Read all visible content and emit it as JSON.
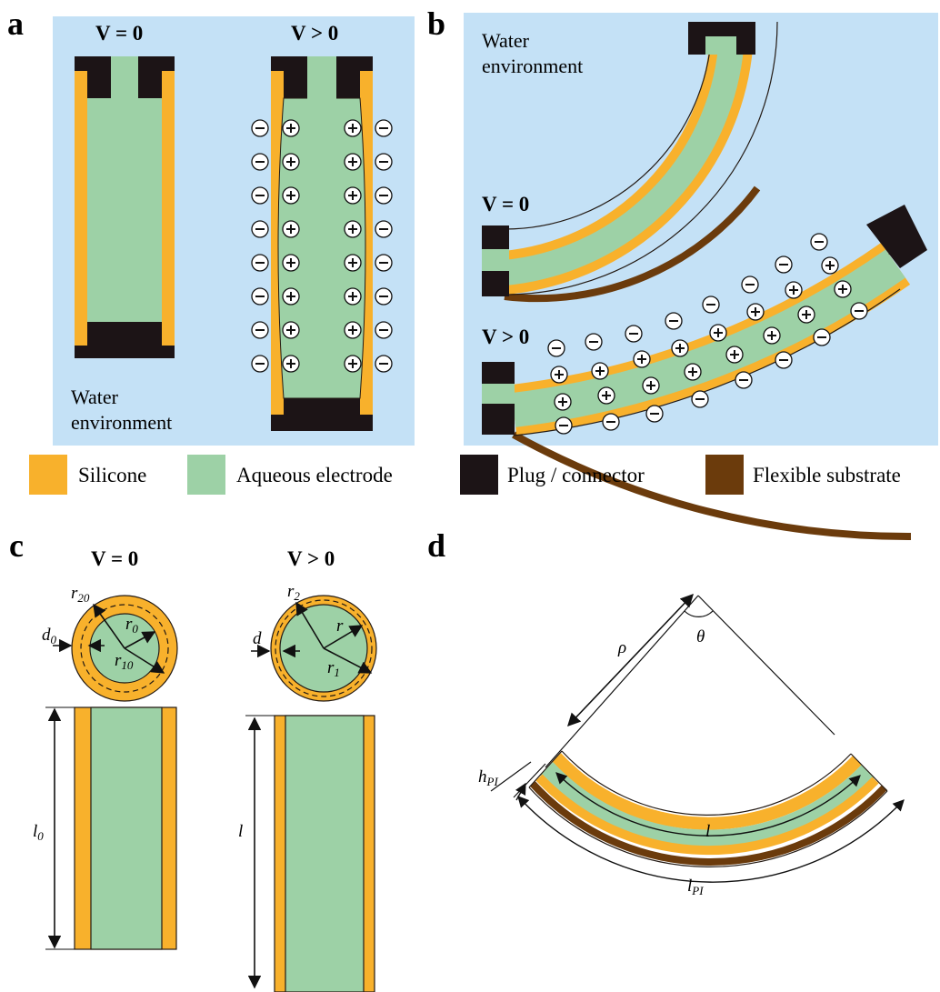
{
  "panels": {
    "a": "a",
    "b": "b",
    "c": "c",
    "d": "d"
  },
  "voltage": {
    "off": "V = 0",
    "on": "V > 0"
  },
  "environment": {
    "line1": "Water",
    "line2": "environment"
  },
  "legend": [
    {
      "label": "Silicone",
      "color": "#f8b12c"
    },
    {
      "label": "Aqueous electrode",
      "color": "#9dd1a6"
    },
    {
      "label": "Plug / connector",
      "color": "#1c1416"
    },
    {
      "label": "Flexible substrate",
      "color": "#6b3b0c"
    }
  ],
  "symbols": {
    "minus": "−",
    "plus": "+"
  },
  "colors": {
    "water": "#c4e1f6",
    "silicone": "#f8b12c",
    "electrode": "#9dd1a6",
    "plug": "#1c1416",
    "substrate": "#6b3b0c",
    "outline": "#231a14"
  },
  "panel_c": {
    "r20": "r",
    "r20_sub": "20",
    "r0": "r",
    "r0_sub": "0",
    "r10": "r",
    "r10_sub": "10",
    "d0": "d",
    "d0_sub": "0",
    "l0": "l",
    "l0_sub": "0",
    "r2": "r",
    "r2_sub": "2",
    "r": "r",
    "r1": "r",
    "r1_sub": "1",
    "d": "d",
    "l": "l"
  },
  "panel_d": {
    "rho": "ρ",
    "theta": "θ",
    "hPI": "h",
    "hPI_sub": "PI",
    "l": "l",
    "lPI": "l",
    "lPI_sub": "PI"
  }
}
